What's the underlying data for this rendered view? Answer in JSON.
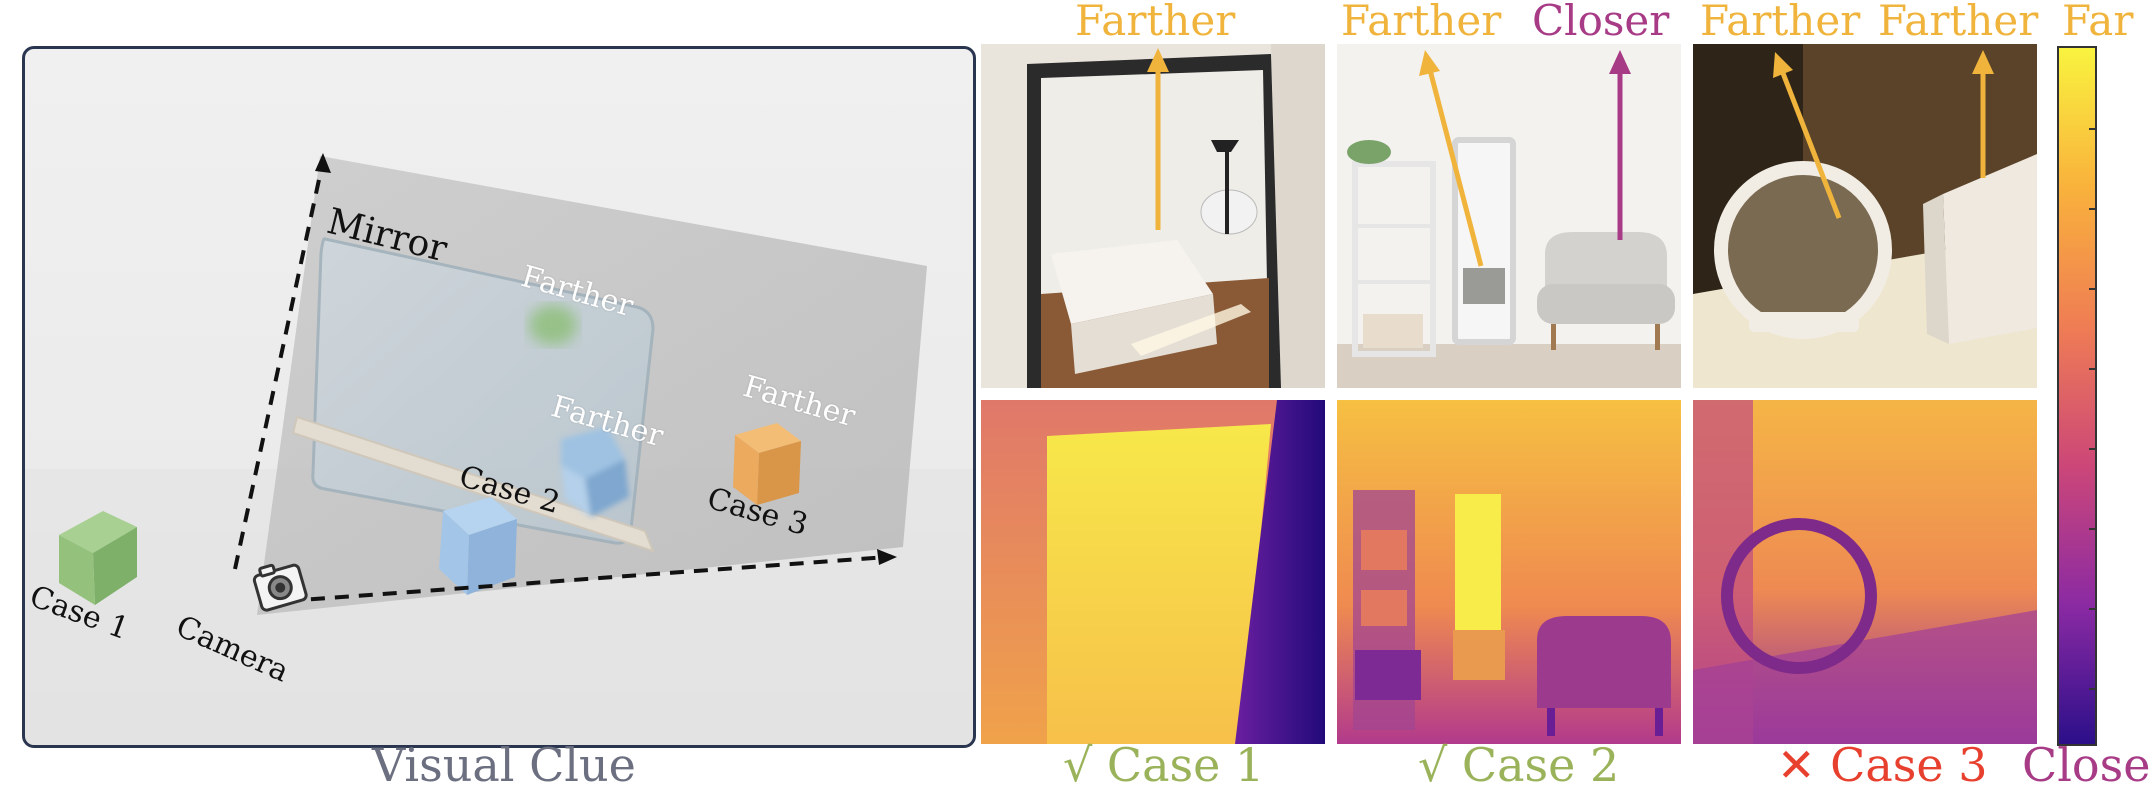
{
  "scene": {
    "mirror_label": "Mirror",
    "farther_labels": [
      "Farther",
      "Farther",
      "Farther"
    ],
    "case_labels": [
      "Case 1",
      "Case 2",
      "Case 3"
    ],
    "camera_label": "Camera",
    "caption": "Visual Clue"
  },
  "columns": [
    {
      "top_labels": [
        {
          "text": "Farther",
          "color": "#f0b43c"
        }
      ],
      "caption": "√ Case 1",
      "caption_color": "#9ab35a"
    },
    {
      "top_labels": [
        {
          "text": "Farther",
          "color": "#f0b43c"
        },
        {
          "text": "Closer",
          "color": "#a83b86"
        }
      ],
      "caption": "√ Case 2",
      "caption_color": "#9ab35a"
    },
    {
      "top_labels": [
        {
          "text": "Farther",
          "color": "#f0b43c"
        },
        {
          "text": "Farther",
          "color": "#f0b43c"
        }
      ],
      "caption": "✕ Case 3",
      "caption_color": "#e8402f"
    }
  ],
  "colorbar": {
    "top_label": "Far",
    "bottom_label": "Close",
    "top_color": "#f0b43c",
    "bottom_color": "#a83b86"
  },
  "colors": {
    "farther": "#f0b43c",
    "closer": "#a83b86",
    "check": "#9ab35a",
    "cross": "#e8402f",
    "caption_gray": "#6b6f80",
    "frame": "#2a3550"
  }
}
